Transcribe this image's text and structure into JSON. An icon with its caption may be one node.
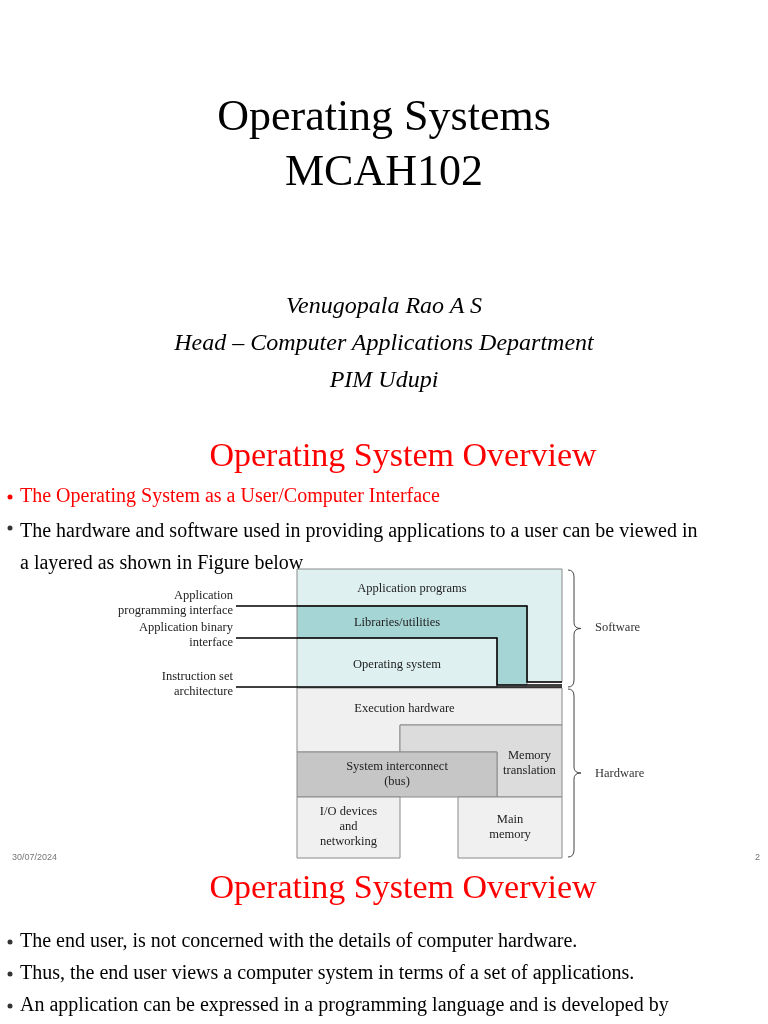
{
  "diagram": {
    "nodes": [
      {
        "text": [
          "Application programs"
        ]
      },
      {
        "text": [
          "Libraries/utilities"
        ]
      },
      {
        "text": [
          "Operating system"
        ]
      },
      {
        "text": [
          "Execution hardware"
        ]
      },
      {
        "text": [
          "Memory translation"
        ]
      },
      {
        "text": [
          "System interconnect (bus)"
        ]
      },
      {
        "text": [
          "I/O devices and networking"
        ]
      },
      {
        "text": [
          "Main memory"
        ]
      },
      {
        "text": [
          "Application programming interface"
        ]
      },
      {
        "text": [
          "Application binary interface"
        ]
      },
      {
        "text": [
          "Instruction set architecture"
        ]
      }
    ],
    "edges": [
      {
        "from": 8,
        "to": 0,
        "arrow": "none"
      },
      {
        "from": 9,
        "to": 3,
        "arrow": "none"
      },
      {
        "from": 10,
        "to": 3,
        "arrow": "none"
      }
    ],
    "labels": [
      "Operating Systems MCAH102",
      "Venugopala Rao A S",
      "Head – Computer Applications Department",
      "PIM Udupi",
      "Operating System Overview",
      "The Operating System as a User/Computer Interface",
      "The hardware and software used in providing applications to a user can be viewed in a layered as shown in Figure below",
      "Software",
      "Hardware",
      "30/07/2024",
      "2",
      "Operating System Overview",
      "The end user, is not concerned with the details of computer hardware.",
      "Thus, the end user views a computer system in terms of a set of applications.",
      "An application can be expressed in a programming language and is developed by"
    ]
  }
}
